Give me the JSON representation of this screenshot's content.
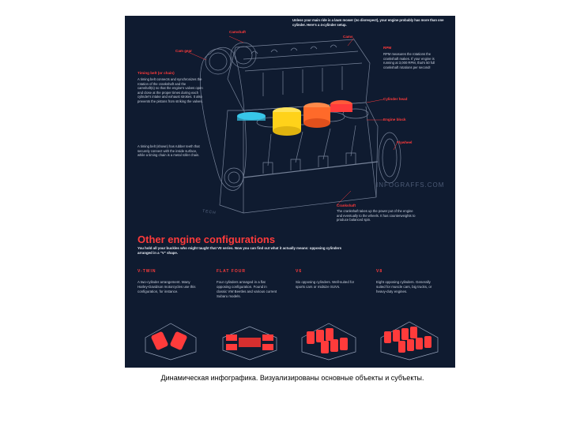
{
  "caption": "Динамическая инфографика. Визуализированы основные объекты и субъекты.",
  "infographic": {
    "intro_text": "Unless your main ride is a lawn mower (no disrespect), your engine probably has more than one cylinder. Here's a 4-cylinder setup.",
    "labels": {
      "camshaft": "Camshaft",
      "cams": "Cams",
      "cam_gear": "Cam gear",
      "rpm": "RPM",
      "cylinder_head": "Cylinder head",
      "engine_block": "Engine block",
      "flywheel": "Flywheel",
      "crankshaft": "Crankshaft"
    },
    "notes": {
      "rpm_text": "RPM measures the rotations the crankshaft makes. If your engine is running at 3,000 RPM, that's 50 full crankshaft rotations per second!",
      "timing_belt_title": "Timing belt (or chain)",
      "timing_belt_text": "A timing belt connects and synchronizes the rotation of the crankshaft and the camshaft(s) so that the engine's valves open and close at the proper times during each cylinder's intake and exhaust strokes. It also prevents the pistons from striking the valves.",
      "timing_belt_text2": "A timing belt (shown) has rubber teeth that securely connect with the inside surface, while a timing chain is a metal roller chain.",
      "crankshaft_text": "The crankshaft takes up the power put of the engine and eventually to the wheels. It has counterweights to produce balanced spin."
    },
    "engine_brand": "TECH",
    "watermark": "INFOGRAFFS.COM",
    "section": {
      "title": "Other engine configurations",
      "subtitle": "You hold all your buckles who might taught that VII series. Now you can find out what it actually means: opposing cylinders arranged in a \"V\" shape."
    },
    "configs": [
      {
        "name": "V-TWIN",
        "text": "A two-cylinder arrangement. Many Harley-Davidson motorcycles use this configuration, for instance."
      },
      {
        "name": "FLAT FOUR",
        "text": "Four cylinders arranged in a flat opposing configuration. Found in classic VW Beetles and various current Subaru models."
      },
      {
        "name": "V6",
        "text": "Six opposing cylinders. Well-suited for sports cars or midsize SUVs."
      },
      {
        "name": "V8",
        "text": "Eight opposing cylinders. Generally suited for muscle cars, big trucks, or heavy-duty engines."
      }
    ],
    "colors": {
      "background": "#0f1b30",
      "accent_red": "#ff3b3b",
      "piston_yellow": "#ffd21a",
      "piston_cyan": "#38c6e8",
      "piston_orange": "#ff6a2a"
    }
  }
}
